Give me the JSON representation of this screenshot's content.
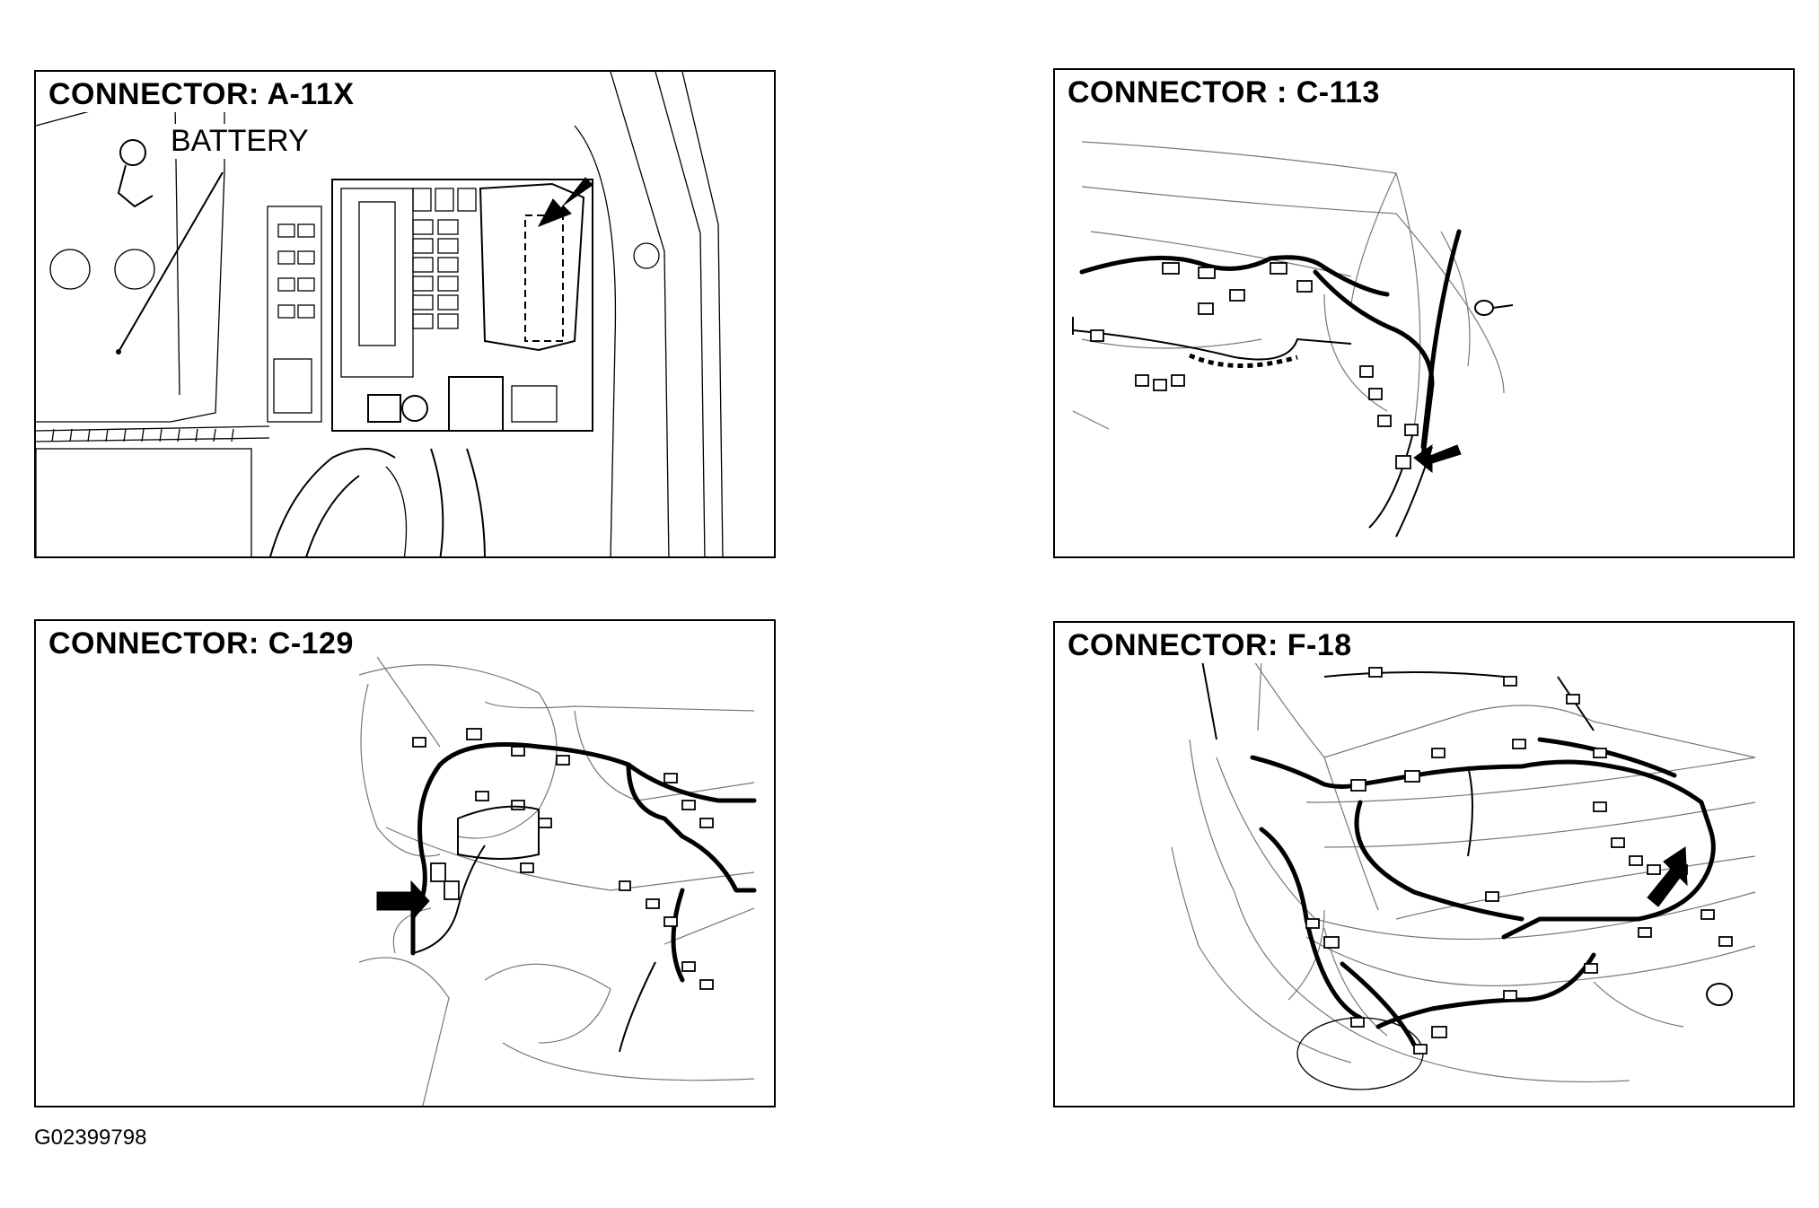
{
  "panels": [
    {
      "title": "CONNECTOR: A-11X",
      "callout": "BATTERY"
    },
    {
      "title": "CONNECTOR : C-113"
    },
    {
      "title": "CONNECTOR: C-129"
    },
    {
      "title": "CONNECTOR: F-18"
    }
  ],
  "figure_id": "G02399798",
  "icons": [
    "connector-arrow-icon"
  ]
}
